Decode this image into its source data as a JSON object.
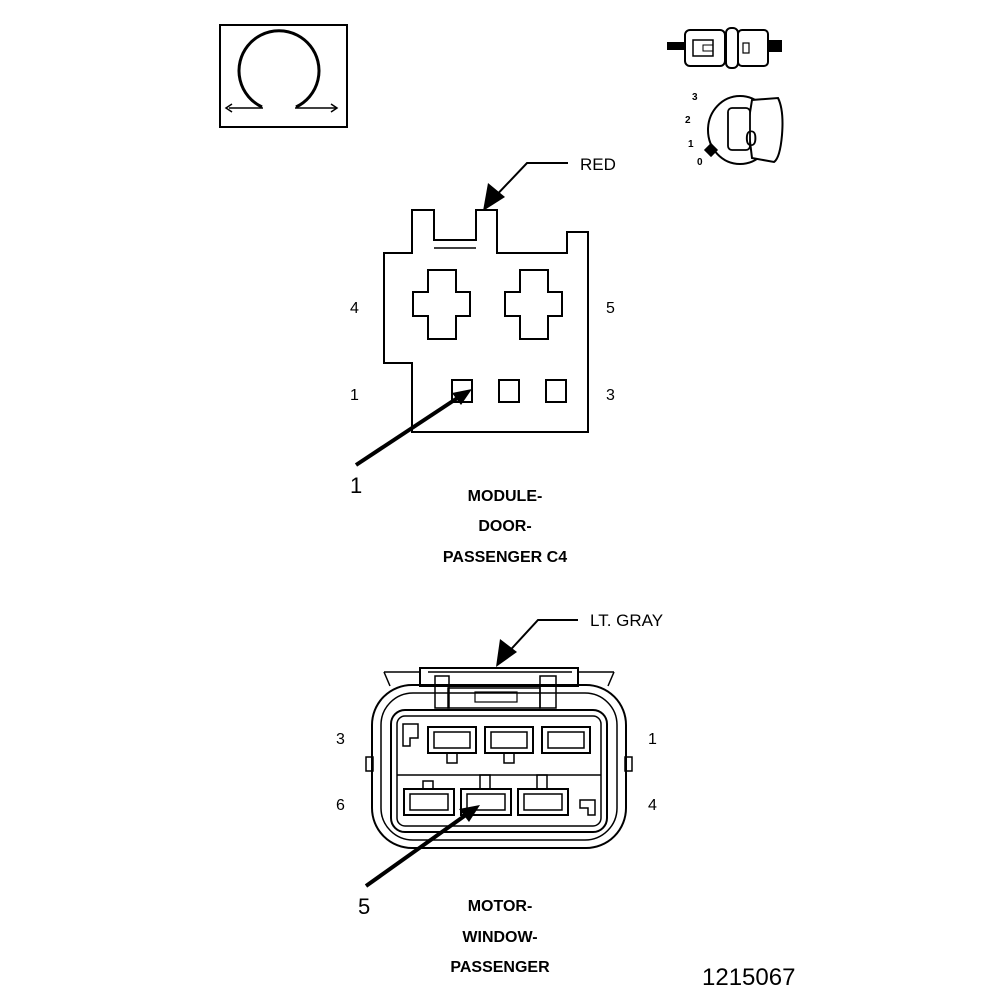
{
  "figure_number": "1215067",
  "icons": {
    "view_icon": "terminal-end-view-icon",
    "connector_icon": "connector-halves-icon",
    "key_icon": "ignition-key-icon",
    "key_positions": [
      "3",
      "2",
      "1",
      "0"
    ],
    "key_label": "0"
  },
  "connector_c4": {
    "color": "RED",
    "pins": {
      "p4": "4",
      "p5": "5",
      "p1": "1",
      "p3": "3"
    },
    "callout": "1",
    "title_lines": [
      "MODULE-",
      "DOOR-",
      "PASSENGER C4"
    ]
  },
  "connector_motor": {
    "color": "LT. GRAY",
    "pins": {
      "p3": "3",
      "p1": "1",
      "p6": "6",
      "p4": "4"
    },
    "callout": "5",
    "title_lines": [
      "MOTOR-",
      "WINDOW-",
      "PASSENGER"
    ]
  }
}
